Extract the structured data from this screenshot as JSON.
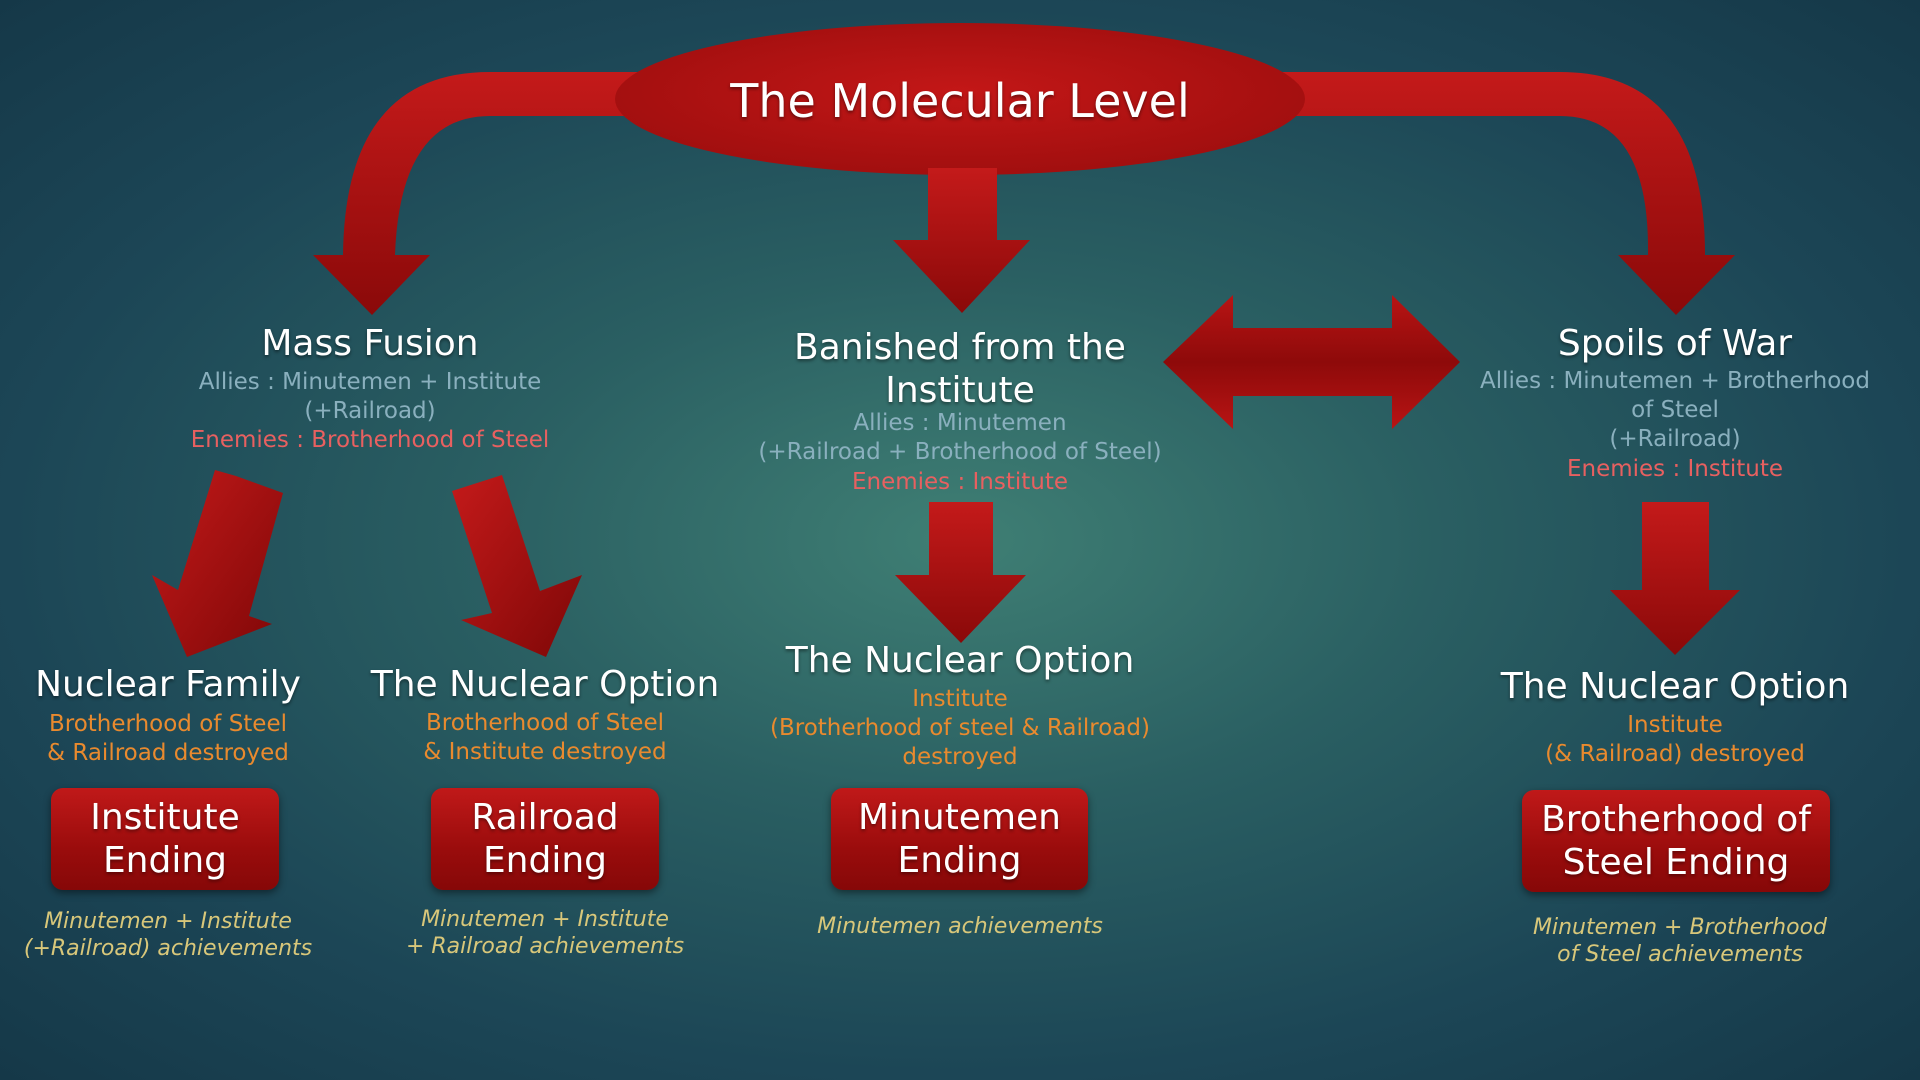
{
  "title": "The Molecular Level",
  "colors": {
    "arrow": "#b01515",
    "allies": "#8ab0be",
    "enemies": "#e86060",
    "destroyed": "#e98a2e",
    "achievements": "#d8c77a",
    "ending_box": "#a80f0f"
  },
  "branches": {
    "mass_fusion": {
      "title": "Mass Fusion",
      "allies_line1": "Allies : Minutemen + Institute",
      "allies_line2": "(+Railroad)",
      "enemies": "Enemies : Brotherhood of Steel"
    },
    "banished": {
      "title_line1": "Banished from the",
      "title_line2": "Institute",
      "allies_line1": "Allies : Minutemen",
      "allies_line2": "(+Railroad + Brotherhood of Steel)",
      "enemies": "Enemies : Institute"
    },
    "spoils": {
      "title": "Spoils of War",
      "allies_line1": "Allies : Minutemen + Brotherhood",
      "allies_line2": "of Steel",
      "allies_line3": "(+Railroad)",
      "enemies": "Enemies : Institute"
    }
  },
  "endings": {
    "institute": {
      "quest": "Nuclear Family",
      "destroyed_line1": "Brotherhood of Steel",
      "destroyed_line2": "& Railroad destroyed",
      "ending": "Institute\nEnding",
      "achv_line1": "Minutemen + Institute",
      "achv_line2": "(+Railroad) achievements"
    },
    "railroad": {
      "quest": "The Nuclear Option",
      "destroyed_line1": "Brotherhood of Steel",
      "destroyed_line2": "& Institute destroyed",
      "ending": "Railroad\nEnding",
      "achv_line1": "Minutemen + Institute",
      "achv_line2": "+ Railroad achievements"
    },
    "minutemen": {
      "quest": "The Nuclear Option",
      "destroyed_line1": "Institute",
      "destroyed_line2": "(Brotherhood of steel & Railroad)",
      "destroyed_line3": "destroyed",
      "ending": "Minutemen\nEnding",
      "achv_line1": "Minutemen achievements"
    },
    "brotherhood": {
      "quest": "The Nuclear Option",
      "destroyed_line1": "Institute",
      "destroyed_line2": "(& Railroad) destroyed",
      "ending": "Brotherhood of\nSteel Ending",
      "achv_line1": "Minutemen + Brotherhood",
      "achv_line2": "of Steel achievements"
    }
  }
}
